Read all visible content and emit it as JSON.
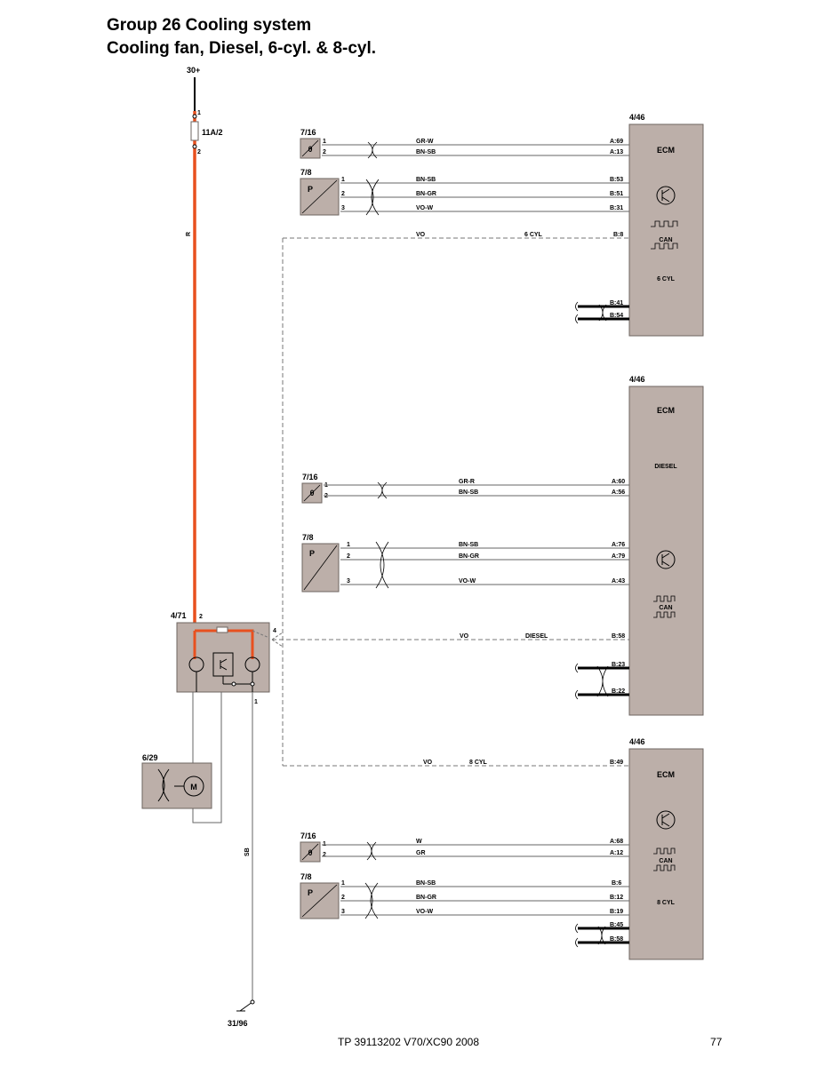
{
  "header": {
    "title_line1": "Group 26 Cooling system",
    "title_line2": "Cooling fan, Diesel, 6-cyl. & 8-cyl."
  },
  "footer": {
    "doc_ref": "TP 39113202 V70/XC90 2008",
    "page_number": "77"
  },
  "colors": {
    "power_wire": "#e8501f",
    "component_fill": "#bcafa9",
    "wire_grey": "#666666"
  },
  "power": {
    "supply_label": "30+",
    "fuse_id": "11A/2",
    "fuse_pin_in": "1",
    "fuse_pin_out": "2",
    "wire_color": "R"
  },
  "fan_control_module": {
    "id": "4/71",
    "pin_supply": "2",
    "pin_signal": "4",
    "pin_ground": "1"
  },
  "fan_motor": {
    "id": "6/29",
    "motor_symbol": "M"
  },
  "ground": {
    "id": "31/96",
    "wire_color": "SB"
  },
  "ecm_6cyl": {
    "id": "4/46",
    "name": "ECM",
    "variant": "6 CYL",
    "can_label": "CAN",
    "temp_sensor": {
      "id": "7/16",
      "symbol": "θ",
      "pins": [
        "1",
        "2"
      ],
      "wires": [
        {
          "color": "GR-W",
          "ecm_pin": "A:69"
        },
        {
          "color": "BN-SB",
          "ecm_pin": "A:13"
        }
      ]
    },
    "pressure_sensor": {
      "id": "7/8",
      "symbol": "P",
      "pins": [
        "1",
        "2",
        "3"
      ],
      "wires": [
        {
          "color": "BN-SB",
          "ecm_pin": "B:53"
        },
        {
          "color": "BN-GR",
          "ecm_pin": "B:51"
        },
        {
          "color": "VO-W",
          "ecm_pin": "B:31"
        }
      ]
    },
    "fan_signal": {
      "color": "VO",
      "variant": "6 CYL",
      "ecm_pin": "B:8"
    },
    "can_pins": [
      "B:41",
      "B:54"
    ]
  },
  "ecm_diesel": {
    "id": "4/46",
    "name": "ECM",
    "variant": "DIESEL",
    "can_label": "CAN",
    "temp_sensor": {
      "id": "7/16",
      "symbol": "θ",
      "pins": [
        "1",
        "2"
      ],
      "wires": [
        {
          "color": "GR-R",
          "ecm_pin": "A:60"
        },
        {
          "color": "BN-SB",
          "ecm_pin": "A:56"
        }
      ]
    },
    "pressure_sensor": {
      "id": "7/8",
      "symbol": "P",
      "pins": [
        "1",
        "2",
        "3"
      ],
      "wires": [
        {
          "color": "BN-SB",
          "ecm_pin": "A:76"
        },
        {
          "color": "BN-GR",
          "ecm_pin": "A:79"
        },
        {
          "color": "VO-W",
          "ecm_pin": "A:43"
        }
      ]
    },
    "fan_signal": {
      "color": "VO",
      "variant": "DIESEL",
      "ecm_pin": "B:58"
    },
    "can_pins": [
      "B:23",
      "B:22"
    ]
  },
  "ecm_8cyl": {
    "id": "4/46",
    "name": "ECM",
    "variant": "8 CYL",
    "can_label": "CAN",
    "temp_sensor": {
      "id": "7/16",
      "symbol": "θ",
      "pins": [
        "1",
        "2"
      ],
      "wires": [
        {
          "color": "W",
          "ecm_pin": "A:68"
        },
        {
          "color": "GR",
          "ecm_pin": "A:12"
        }
      ]
    },
    "pressure_sensor": {
      "id": "7/8",
      "symbol": "P",
      "pins": [
        "1",
        "2",
        "3"
      ],
      "wires": [
        {
          "color": "BN-SB",
          "ecm_pin": "B:6"
        },
        {
          "color": "BN-GR",
          "ecm_pin": "B:12"
        },
        {
          "color": "VO-W",
          "ecm_pin": "B:19"
        }
      ]
    },
    "fan_signal": {
      "color": "VO",
      "variant": "8 CYL",
      "ecm_pin": "B:49"
    },
    "can_pins": [
      "B:45",
      "B:58"
    ]
  }
}
